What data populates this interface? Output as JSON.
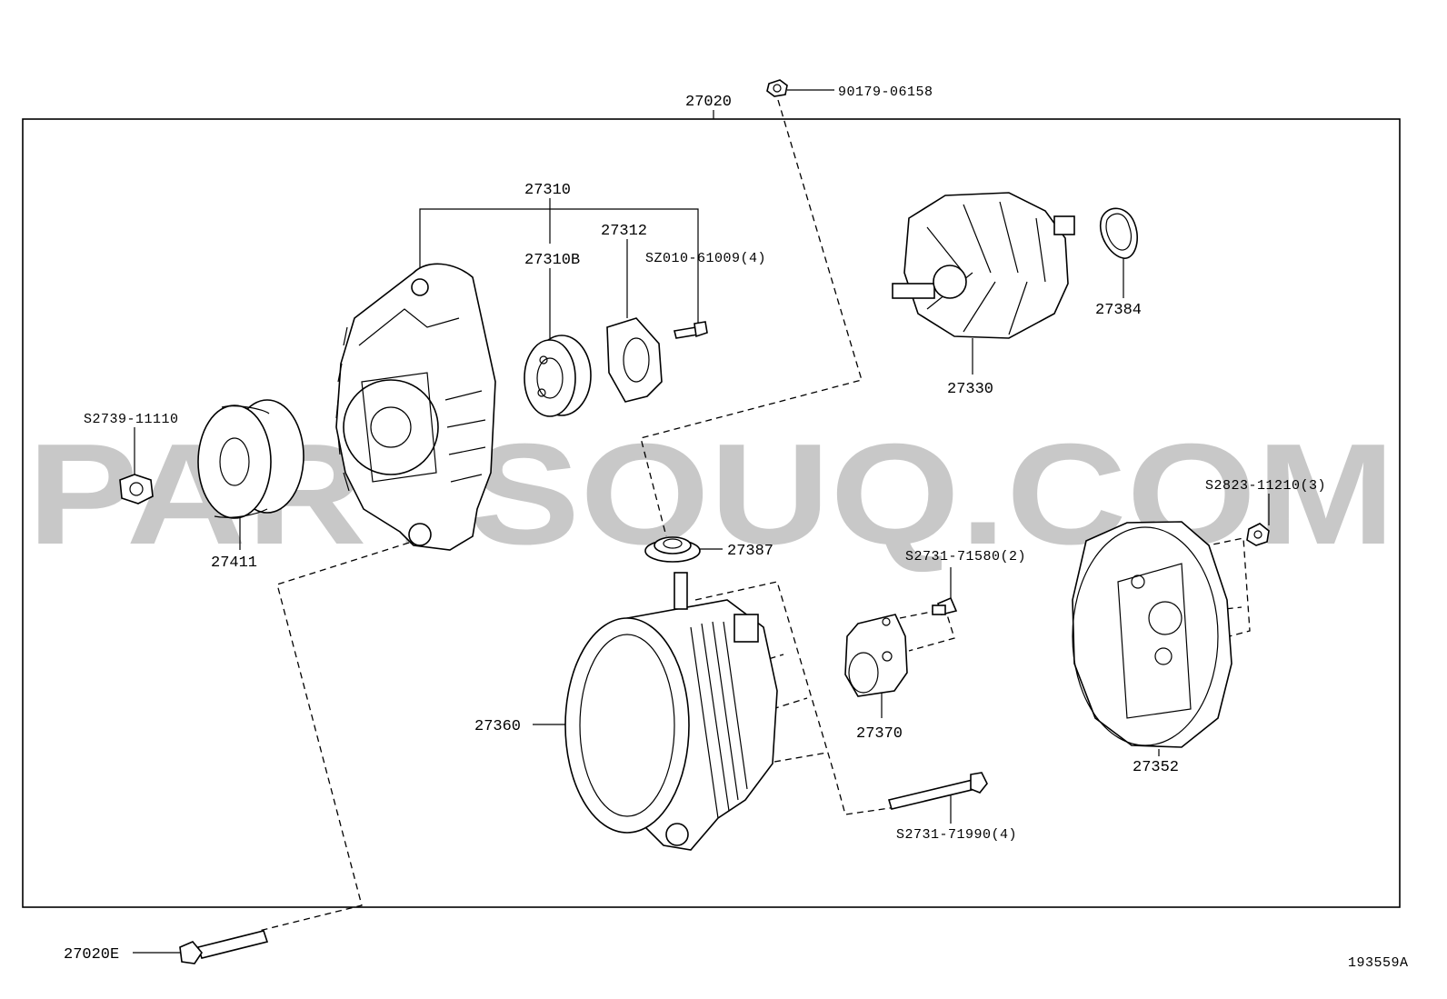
{
  "diagram": {
    "assembly_label": "27020",
    "figure_code": "193559A",
    "watermark": "PARTSOUQ.COM",
    "parts": [
      {
        "key": "p90179",
        "label": "90179-06158"
      },
      {
        "key": "p27310",
        "label": "27310"
      },
      {
        "key": "p27312",
        "label": "27312"
      },
      {
        "key": "p27310b",
        "label": "27310B"
      },
      {
        "key": "psz010",
        "label": "SZ010-61009(4)"
      },
      {
        "key": "p27384",
        "label": "27384"
      },
      {
        "key": "p27330",
        "label": "27330"
      },
      {
        "key": "ps2739",
        "label": "S2739-11110"
      },
      {
        "key": "p27411",
        "label": "27411"
      },
      {
        "key": "p27387",
        "label": "27387"
      },
      {
        "key": "ps2823",
        "label": "S2823-11210(3)"
      },
      {
        "key": "ps2731a",
        "label": "S2731-71580(2)"
      },
      {
        "key": "p27360",
        "label": "27360"
      },
      {
        "key": "p27370",
        "label": "27370"
      },
      {
        "key": "p27352",
        "label": "27352"
      },
      {
        "key": "ps2731b",
        "label": "S2731-71990(4)"
      },
      {
        "key": "p27020e",
        "label": "27020E"
      }
    ]
  }
}
